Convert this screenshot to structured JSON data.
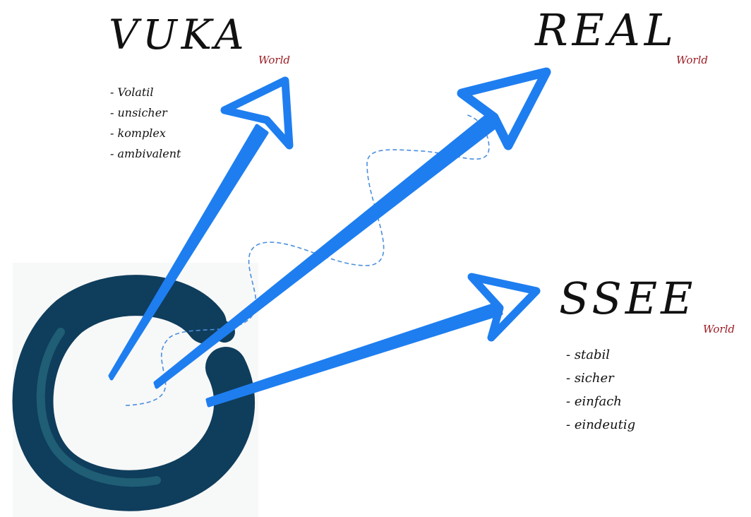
{
  "colors": {
    "arrow": "#1e7ef0",
    "wave": "#4a8fdc",
    "sub_label": "#9c1c24",
    "ring_outer": "#0f3d5c",
    "ring_inner": "#2e7a8a"
  },
  "nodes": {
    "vuka": {
      "title": "VUKA",
      "sub": "World",
      "items": [
        "Volatil",
        "unsicher",
        "komplex",
        "ambivalent"
      ]
    },
    "real": {
      "title": "REAL",
      "sub": "World"
    },
    "ssee": {
      "title": "SSEE",
      "sub": "World",
      "items": [
        "stabil",
        "sicher",
        "einfach",
        "eindeutig"
      ]
    }
  },
  "edges": [
    {
      "from": "origin",
      "to": "vuka"
    },
    {
      "from": "origin",
      "to": "real"
    },
    {
      "from": "origin",
      "to": "ssee"
    }
  ]
}
